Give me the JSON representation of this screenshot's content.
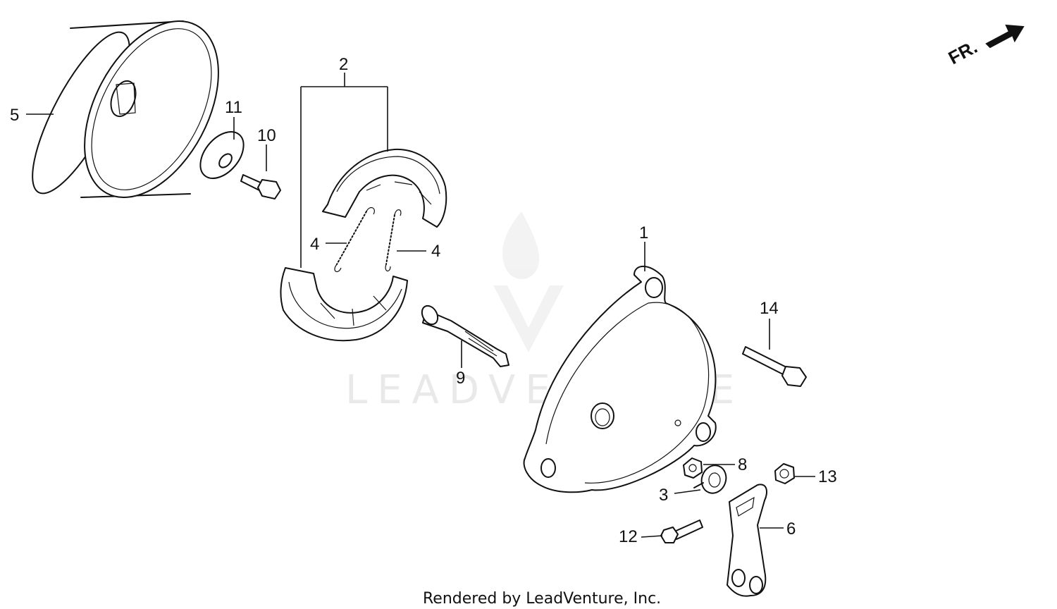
{
  "diagram": {
    "direction_label": "FR.",
    "watermark": "LEADVENTURE",
    "credit": "Rendered by LeadVenture, Inc.",
    "parts": {
      "p1": "1",
      "p2": "2",
      "p3": "3",
      "p4a": "4",
      "p4b": "4",
      "p5": "5",
      "p6": "6",
      "p8": "8",
      "p9": "9",
      "p10": "10",
      "p11": "11",
      "p12": "12",
      "p13": "13",
      "p14": "14"
    }
  }
}
